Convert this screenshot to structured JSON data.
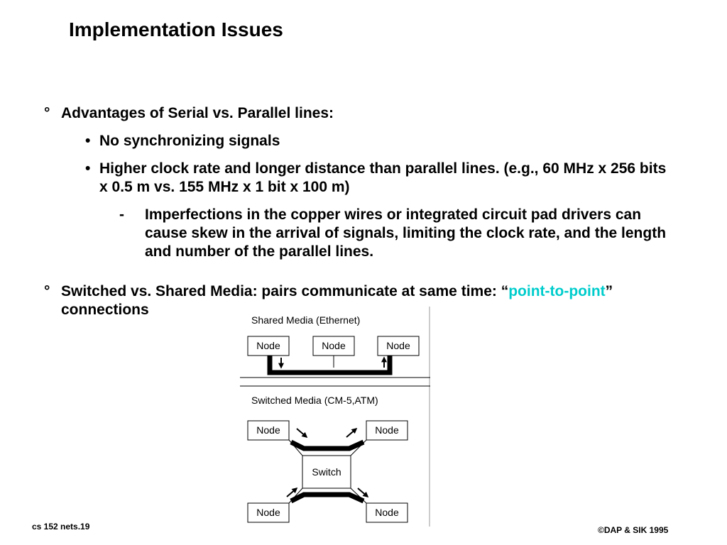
{
  "slide": {
    "title": "Implementation Issues",
    "bullets": {
      "b1": {
        "marker": "°",
        "text": "Advantages of Serial vs. Parallel lines:"
      },
      "b1a": {
        "marker": "•",
        "text": "No  synchronizing signals"
      },
      "b1b": {
        "marker": "•",
        "text": "Higher clock rate and longer distance than parallel lines. (e.g., 60 MHz x 256 bits x 0.5 m vs. 155 MHz x 1 bit x 100 m)"
      },
      "b1b1": {
        "marker": "-",
        "text": "Imperfections in the copper wires or integrated circuit pad drivers can cause skew in the arrival of signals, limiting the clock rate, and the length and number of the parallel lines."
      },
      "b2": {
        "marker": "°",
        "text_before": "Switched vs. Shared Media: pairs communicate at same time: “",
        "highlight": "point-to-point",
        "text_after": "” connections"
      }
    },
    "footer_left": "cs 152  nets.19",
    "footer_right": "©DAP & SIK 1995",
    "colors": {
      "highlight": "#00cccc"
    }
  },
  "diagram": {
    "shared_title": "Shared Media (Ethernet)",
    "switched_title": "Switched Media (CM-5,ATM)",
    "node_label": "Node",
    "switch_label": "Switch"
  }
}
